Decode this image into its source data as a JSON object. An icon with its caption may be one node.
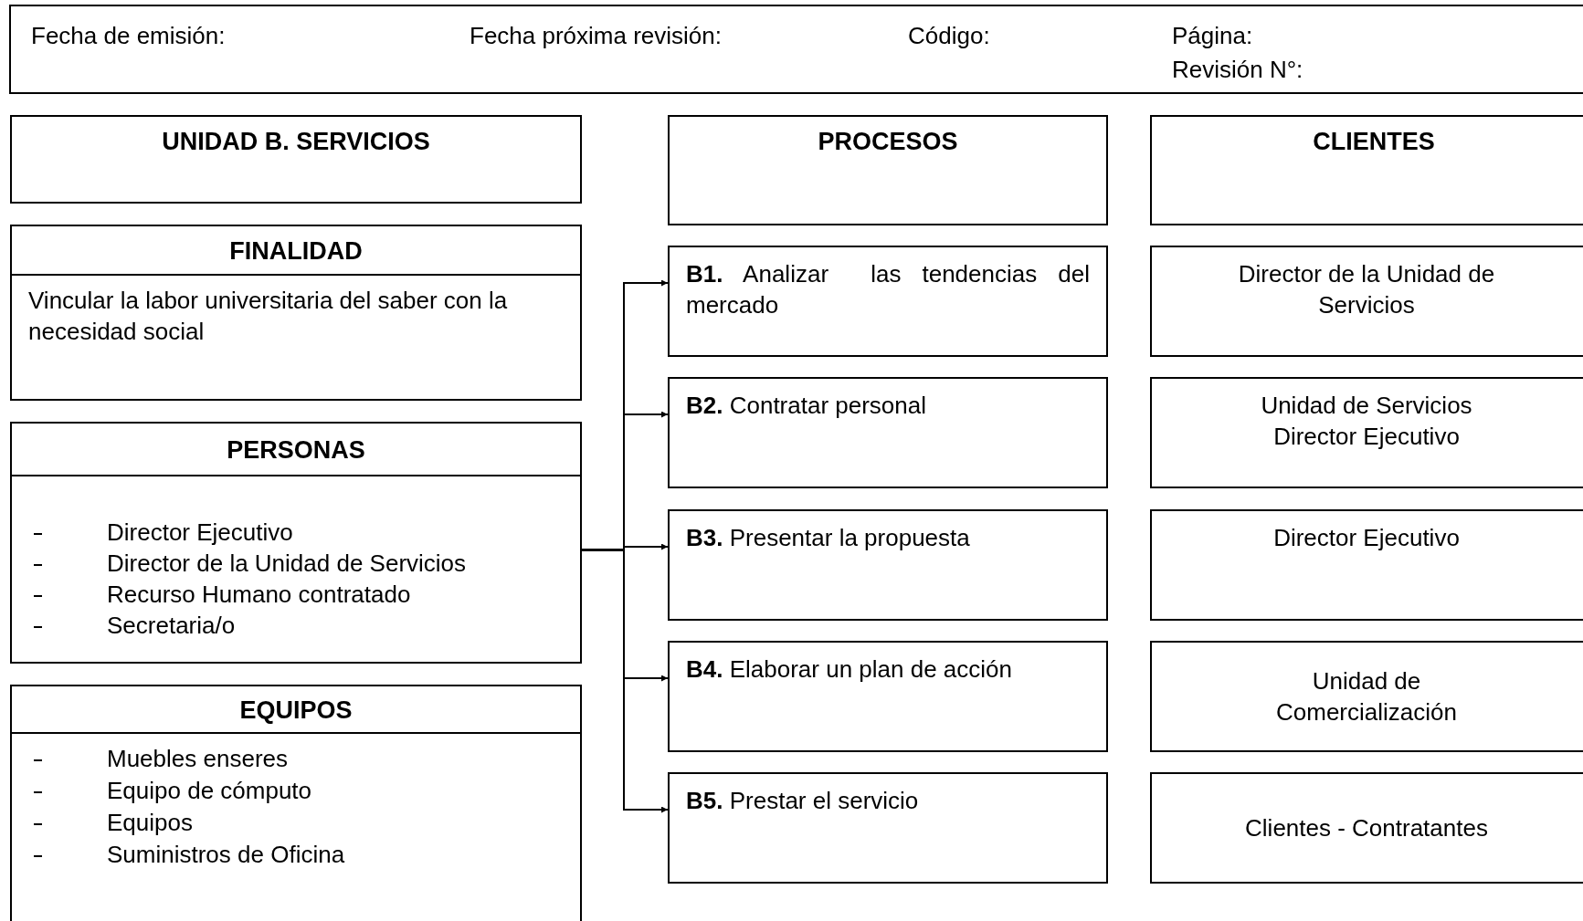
{
  "diagram": {
    "nodes": [
      {
        "text": [
          "Fecha de emisión:",
          "Fecha próxima revisión:",
          "Código:",
          "Página:",
          "Revisión N°:"
        ]
      },
      {
        "text": [
          "UNIDAD B. SERVICIOS"
        ]
      },
      {
        "text": [
          "FINALIDAD",
          "Vincular la labor universitaria del saber con la necesidad social"
        ]
      },
      {
        "text": [
          "PERSONAS",
          "Director Ejecutivo",
          "Director de la Unidad de Servicios",
          "Recurso Humano contratado",
          "Secretaria/o"
        ]
      },
      {
        "text": [
          "EQUIPOS",
          "Muebles enseres",
          "Equipo de cómputo",
          "Equipos",
          "Suministros de Oficina"
        ]
      },
      {
        "text": [
          "PROCESOS"
        ]
      },
      {
        "text": [
          "**B1.** Analizar  las tendencias del mercado"
        ]
      },
      {
        "text": [
          "**B2.** Contratar personal"
        ]
      },
      {
        "text": [
          "**B3.** Presentar la propuesta"
        ]
      },
      {
        "text": [
          "**B4.** Elaborar un plan de acción"
        ]
      },
      {
        "text": [
          "**B5.** Prestar el servicio"
        ]
      },
      {
        "text": [
          "CLIENTES"
        ]
      },
      {
        "text": [
          "Director de la Unidad de Servicios"
        ]
      },
      {
        "text": [
          "Unidad de Servicios Director Ejecutivo"
        ]
      },
      {
        "text": [
          "Director Ejecutivo"
        ]
      },
      {
        "text": [
          "Unidad de Comercialización"
        ]
      },
      {
        "text": [
          "Clientes - Contratantes"
        ]
      }
    ],
    "edges": [
      {
        "from": 3,
        "to": 6,
        "arrow": "to"
      },
      {
        "from": 3,
        "to": 7,
        "arrow": "to"
      },
      {
        "from": 3,
        "to": 8,
        "arrow": "to"
      },
      {
        "from": 3,
        "to": 9,
        "arrow": "to"
      },
      {
        "from": 3,
        "to": 10,
        "arrow": "to"
      }
    ]
  }
}
